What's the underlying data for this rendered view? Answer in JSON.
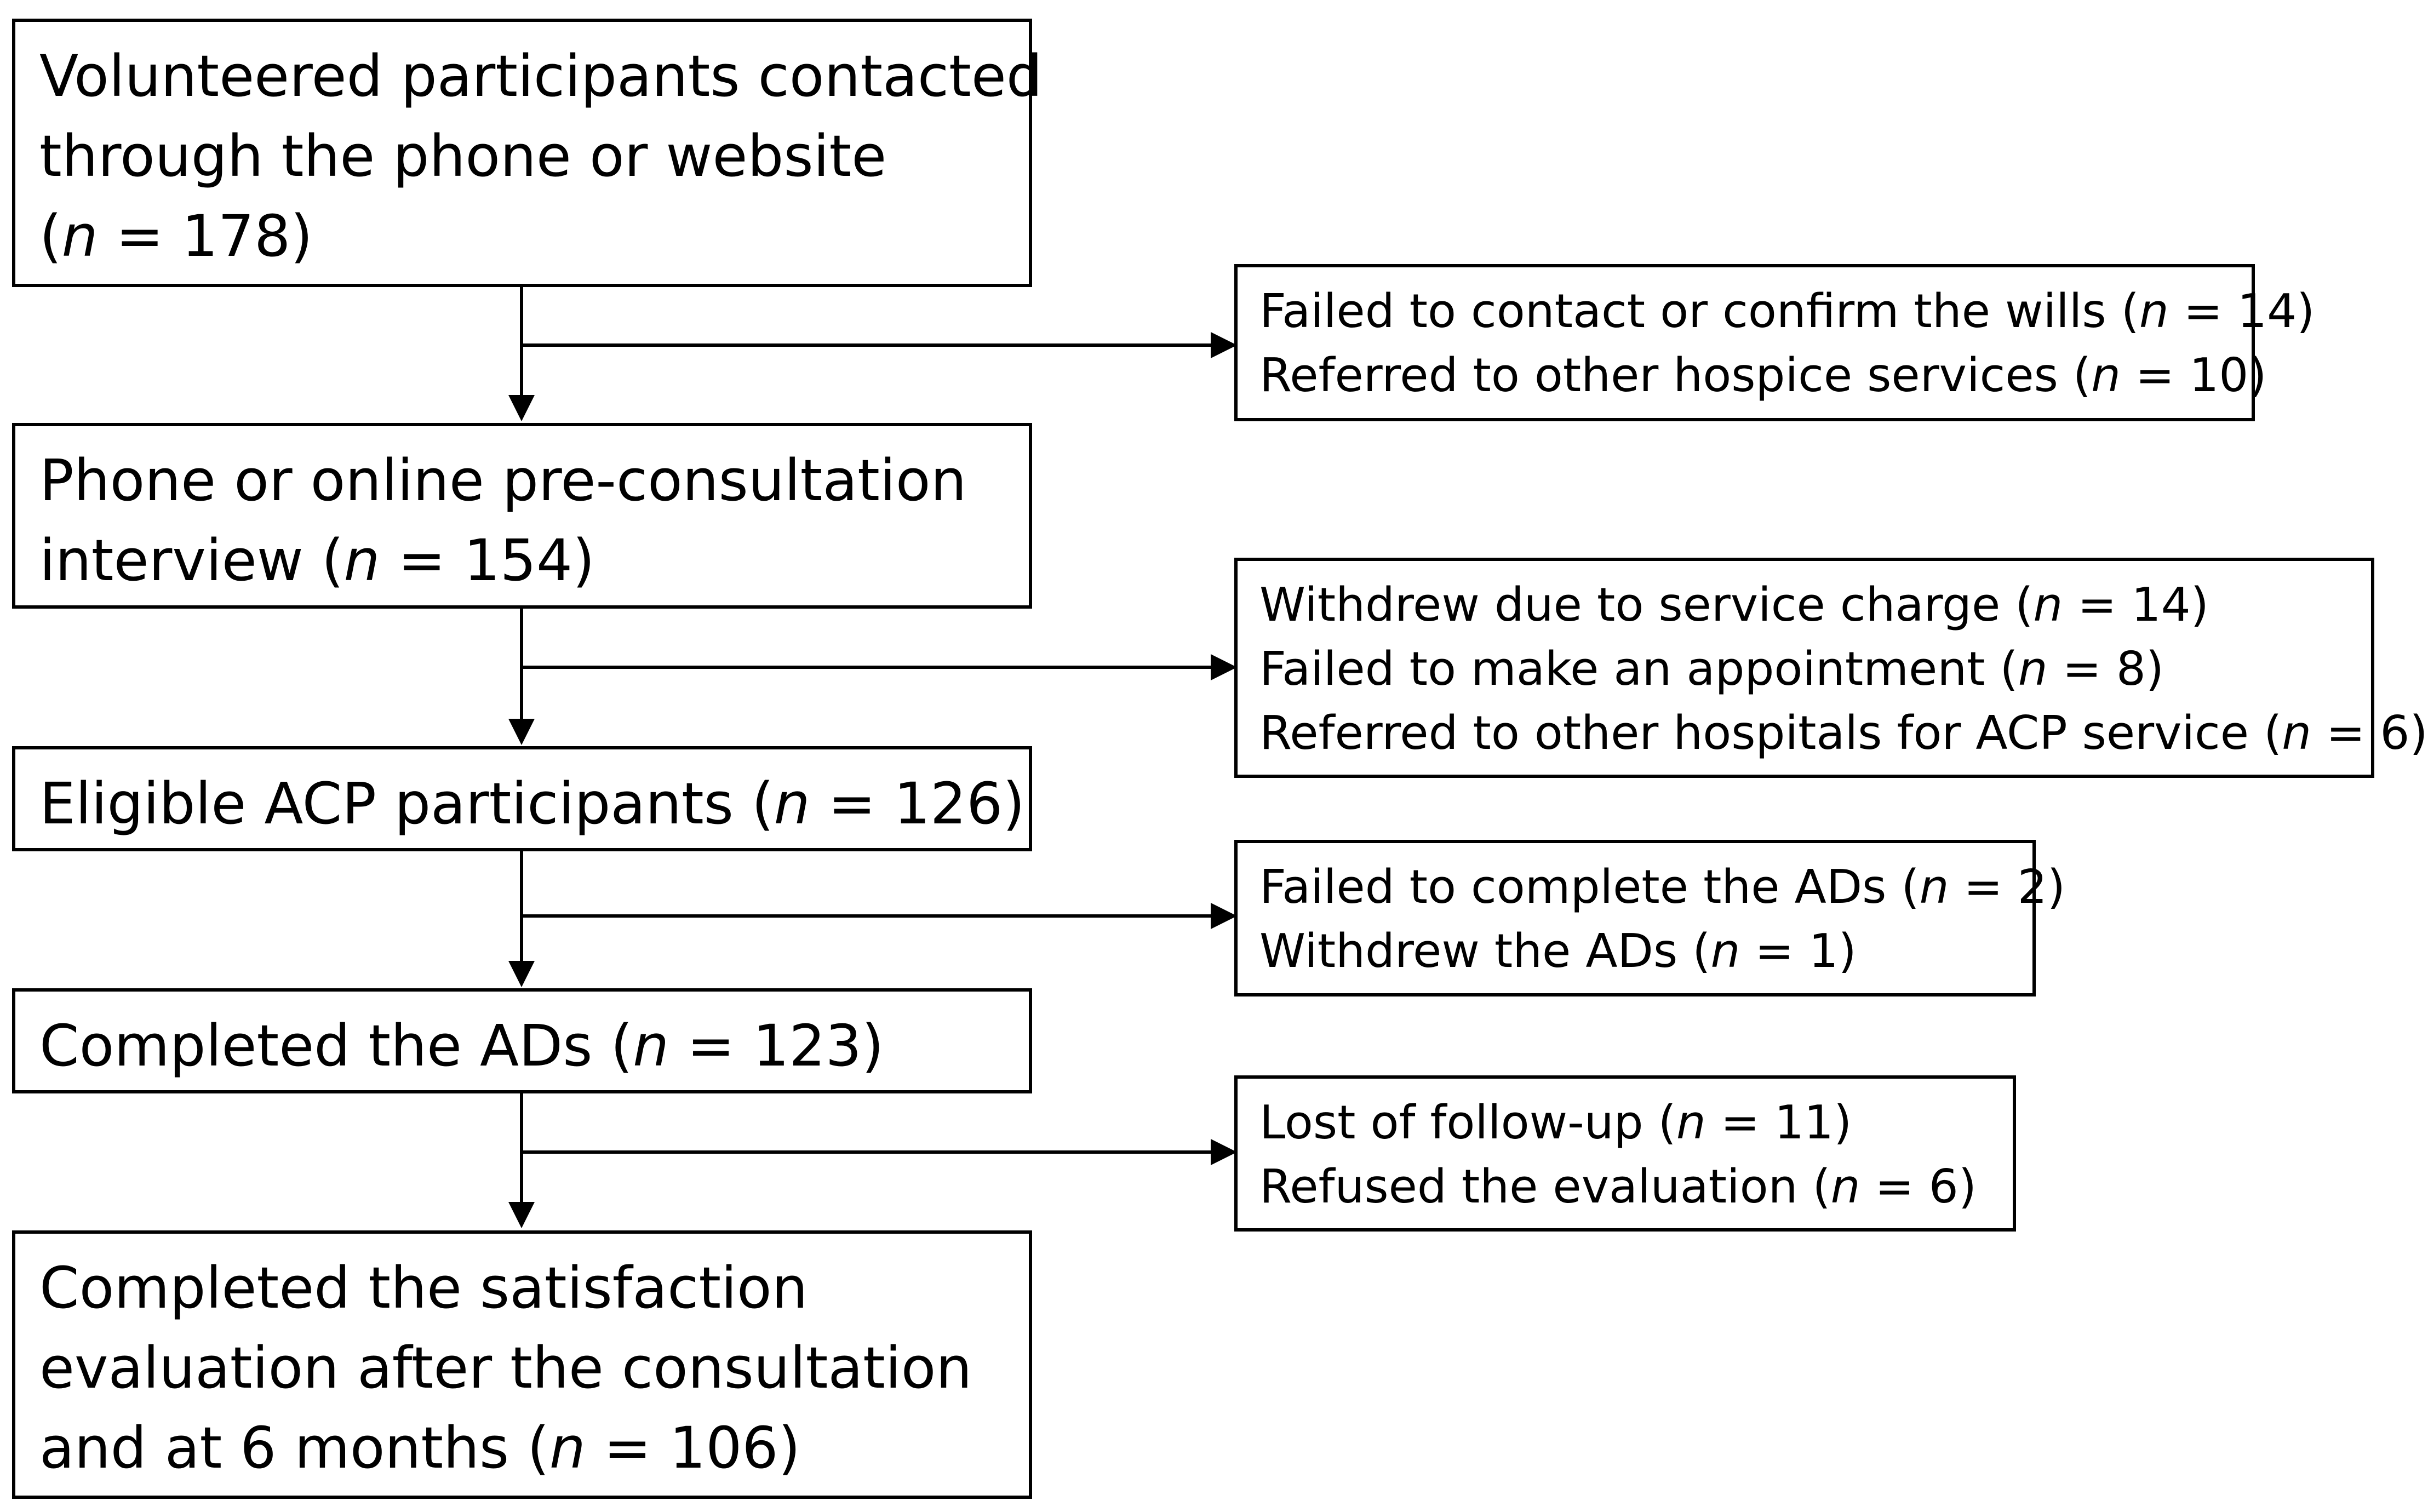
{
  "main_steps": [
    {
      "lines": [
        "Volunteered participants contacted",
        "through the phone or website"
      ],
      "n_open": "(",
      "n_var": "n",
      "n_rest": " = 178)"
    },
    {
      "lines": [
        "Phone or online pre-consultation"
      ],
      "n_open": "interview (",
      "n_var": "n",
      "n_rest": " = 154)"
    },
    {
      "lines": [],
      "n_open": "Eligible ACP participants (",
      "n_var": "n",
      "n_rest": " = 126)"
    },
    {
      "lines": [],
      "n_open": "Completed the ADs (",
      "n_var": "n",
      "n_rest": " = 123)"
    },
    {
      "lines": [
        "Completed the satisfaction",
        "evaluation after the consultation"
      ],
      "n_open": "and at 6 months (",
      "n_var": "n",
      "n_rest": " = 106)"
    }
  ],
  "exclusions": [
    {
      "items": [
        {
          "text": "Failed to contact or confirm the wills (",
          "var": "n",
          "rest": " = 14)"
        },
        {
          "text": "Referred to other hospice services (",
          "var": "n",
          "rest": " = 10)"
        }
      ]
    },
    {
      "items": [
        {
          "text": "Withdrew due to service charge (",
          "var": "n",
          "rest": " = 14)"
        },
        {
          "text": "Failed to make an appointment (",
          "var": "n",
          "rest": " = 8)"
        },
        {
          "text": "Referred to other hospitals for ACP service (",
          "var": "n",
          "rest": " = 6)"
        }
      ]
    },
    {
      "items": [
        {
          "text": "Failed to complete the ADs (",
          "var": "n",
          "rest": " = 2)"
        },
        {
          "text": "Withdrew the ADs (",
          "var": "n",
          "rest": " = 1)"
        }
      ]
    },
    {
      "items": [
        {
          "text": "Lost of follow-up (",
          "var": "n",
          "rest": " = 11)"
        },
        {
          "text": "Refused the evaluation (",
          "var": "n",
          "rest": " = 6)"
        }
      ]
    }
  ]
}
